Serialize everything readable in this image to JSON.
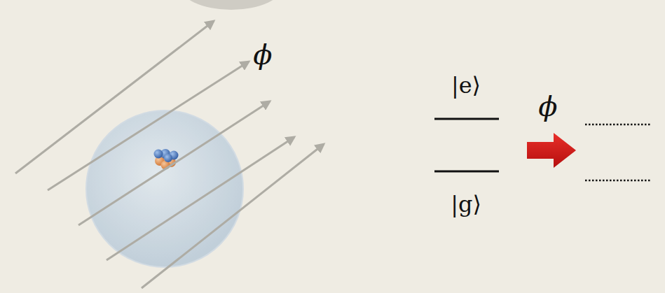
{
  "diagram": {
    "labels": [
      "ϕ",
      "|e⟩",
      "|g⟩",
      "ϕ"
    ]
  }
}
